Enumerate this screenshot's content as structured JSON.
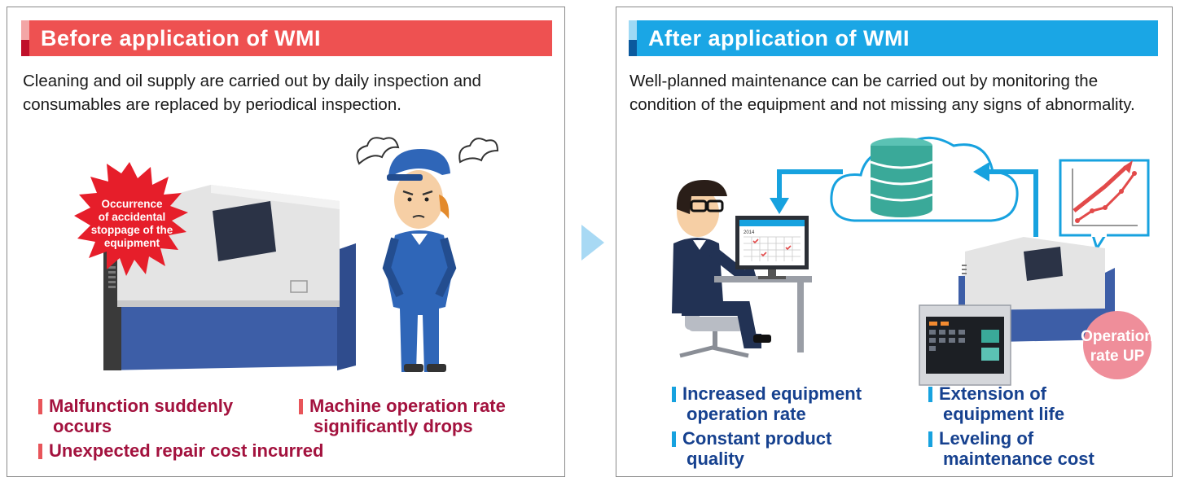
{
  "before": {
    "title": "Before application of WMI",
    "description": "Cleaning and oil supply are carried out by daily inspection and consumables are replaced by periodical inspection.",
    "burst_lines": [
      "Occurrence",
      "of accidental",
      "stoppage of the",
      "equipment"
    ],
    "points": [
      {
        "line1": "Malfunction suddenly",
        "line2": "occurs"
      },
      {
        "line1": "Machine operation rate",
        "line2": "significantly drops"
      },
      {
        "line1": "Unexpected repair cost incurred",
        "line2": ""
      }
    ]
  },
  "after": {
    "title": "After application of WMI",
    "description": "Well-planned maintenance can be carried out by monitoring the condition of the equipment and not missing any signs of abnormality.",
    "badge_lines": [
      "Operation",
      "rate UP"
    ],
    "calendar_year": "2014",
    "points": [
      {
        "line1": "Increased equipment",
        "line2": "operation rate"
      },
      {
        "line1": "Constant product",
        "line2": "quality"
      },
      {
        "line1": "Extension of",
        "line2": "equipment life"
      },
      {
        "line1": "Leveling of",
        "line2": "maintenance cost"
      }
    ]
  },
  "colors": {
    "before_header": "#ee5151",
    "after_header": "#1aa6e5",
    "before_point_text": "#a3123e",
    "after_point_text": "#16418f"
  }
}
